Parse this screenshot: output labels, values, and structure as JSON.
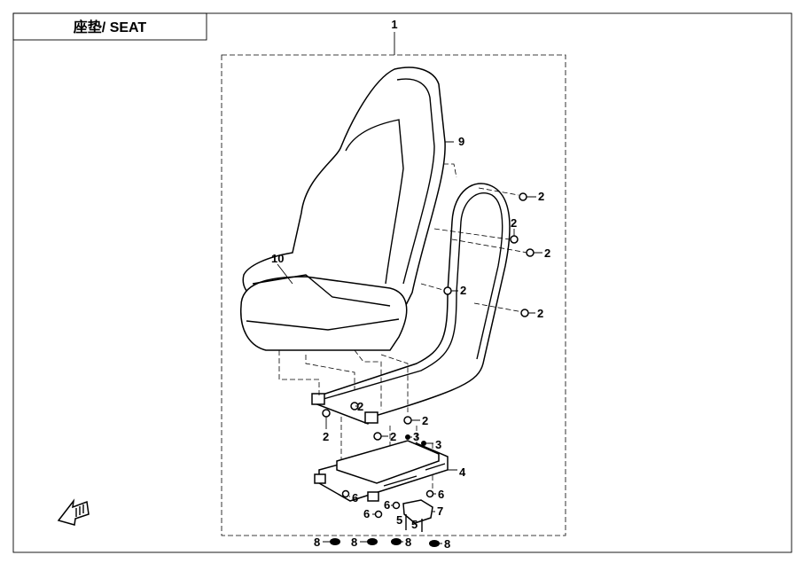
{
  "title": "座垫/ SEAT",
  "callouts": [
    "1",
    "9",
    "2",
    "2",
    "2",
    "2",
    "2",
    "10",
    "2",
    "2",
    "2",
    "2",
    "3",
    "3",
    "4",
    "6",
    "6",
    "6",
    "6",
    "7",
    "5",
    "5",
    "8",
    "8",
    "8",
    "8"
  ],
  "front_icon": "front-direction-arrow-icon"
}
